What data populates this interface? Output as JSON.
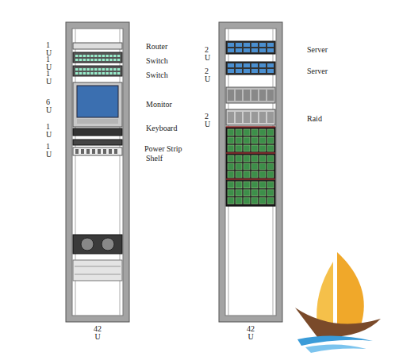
{
  "diagram": {
    "labels": [
      "1U",
      "1U",
      "1U",
      "6U",
      "1U",
      "1U",
      "Router",
      "Switch",
      "Switch",
      "Monitor",
      "Keyboard",
      "Power Strip",
      "Shelf",
      "42 U",
      "2U",
      "2U",
      "2U",
      "Server",
      "Server",
      "Raid",
      "42 U"
    ]
  }
}
